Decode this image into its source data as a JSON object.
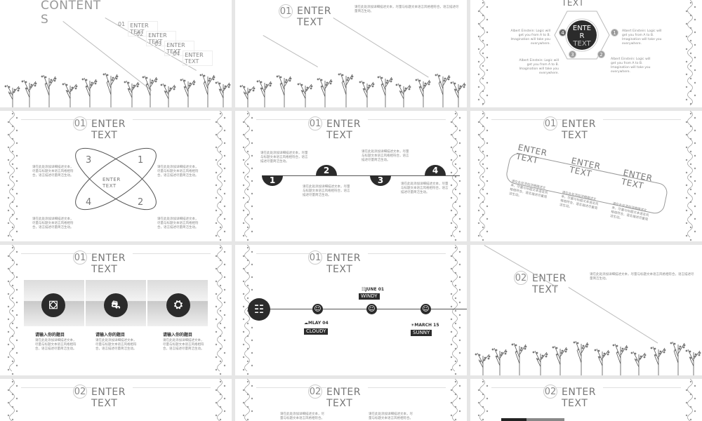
{
  "contents": {
    "heading_line1": "CONTENT",
    "heading_line2": "S",
    "items": [
      {
        "num": "01",
        "label_line1": "ENTER",
        "label_line2": "TEXT"
      },
      {
        "num": "02",
        "label_line1": "ENTER",
        "label_line2": "TEXT"
      },
      {
        "num": "03",
        "label_line1": "ENTER",
        "label_line2": "TEXT"
      },
      {
        "num": "04",
        "label_line1": "ENTER",
        "label_line2": "TEXT"
      }
    ]
  },
  "titles": {
    "s2": {
      "num": "01",
      "line1": "ENTER",
      "line2": "TEXT"
    },
    "s4": {
      "num": "01",
      "line1": "ENTER",
      "line2": "TEXT"
    },
    "s5": {
      "num": "01",
      "line1": "ENTER",
      "line2": "TEXT"
    },
    "s6": {
      "num": "01",
      "line1": "ENTER",
      "line2": "TEXT"
    },
    "s7": {
      "num": "01",
      "line1": "ENTER",
      "line2": "TEXT"
    },
    "s8": {
      "num": "01",
      "line1": "ENTER",
      "line2": "TEXT"
    },
    "s9": {
      "num": "02",
      "line1": "ENTER",
      "line2": "TEXT"
    },
    "s10": {
      "num": "02",
      "line1": "ENTER",
      "line2": "TEXT"
    },
    "s11": {
      "num": "02",
      "line1": "ENTER",
      "line2": "TEXT"
    },
    "s12": {
      "num": "02",
      "line1": "ENTER",
      "line2": "TEXT"
    }
  },
  "cn_text": "请在此处添加详细描述文本，尽量与标题文本语言风格相符合，语言描述尽量简洁生动。",
  "cn_short": "请在此处添加详细描述文本，尽量与标题文本语言风格相符合。",
  "slide3": {
    "top": "TEXT",
    "center_l1": "ENTE",
    "center_l2": "R",
    "center_l3": "TEXT",
    "nodes": [
      "1",
      "2",
      "3",
      "4"
    ],
    "quote": "Albert Einstein: Logic will get you from A to B. Imagination will take you everywhere."
  },
  "slide4": {
    "petals": [
      "1",
      "2",
      "3",
      "4"
    ],
    "center_l1": "ENTER",
    "center_l2": "TEXT"
  },
  "slide5": {
    "steps": [
      "1",
      "2",
      "3",
      "4"
    ]
  },
  "slide6": {
    "labels": [
      {
        "l1": "ENTER",
        "l2": "TEXT"
      },
      {
        "l1": "ENTER",
        "l2": "TEXT"
      },
      {
        "l1": "ENTER",
        "l2": "TEXT"
      }
    ]
  },
  "slide7": {
    "photo_caption": "请输入你的题目"
  },
  "slide8": {
    "events": [
      {
        "date": "JUNE 01",
        "weather": "WINDY"
      },
      {
        "date": "MLAY 04",
        "weather": "CLOUDY"
      },
      {
        "date": "MARCH 15",
        "weather": "SUNNY"
      }
    ]
  },
  "colors": {
    "accent": "#2b2b2b",
    "line": "#cccccc",
    "text": "#777777"
  }
}
